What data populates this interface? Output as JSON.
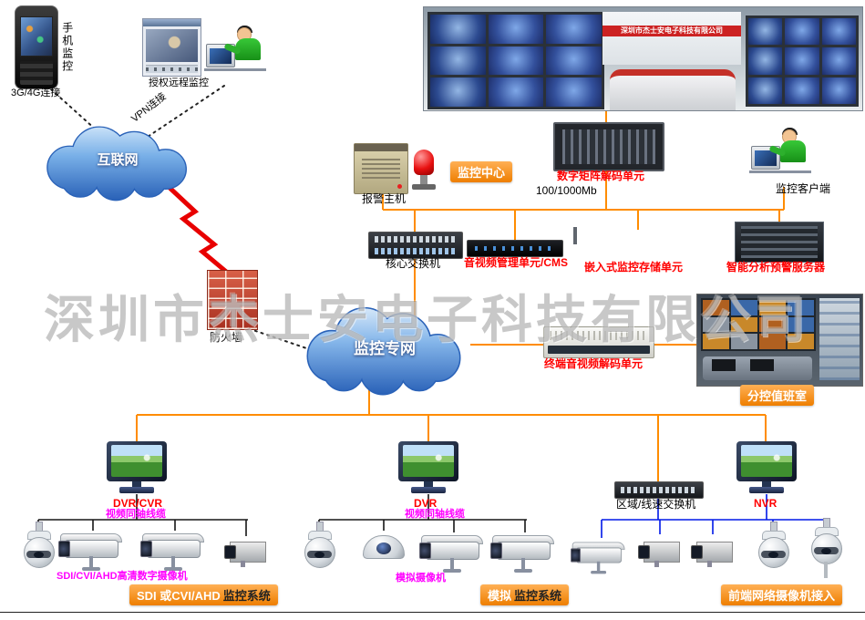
{
  "watermark": "深圳市杰士安电子科技有限公司",
  "colors": {
    "line_orange": "#ff8c00",
    "label_red": "#ff0000",
    "label_magenta": "#ff00ff",
    "line_blue": "#0018e8",
    "badge_orange": "#ee7e00"
  },
  "access": {
    "mobile_title": "手机监控",
    "mobile_conn": "3G/4G连接",
    "remote": "授权远程监控",
    "vpn": "VPN连接",
    "internet": "互联网",
    "firewall": "防火墙"
  },
  "backbone": {
    "private_net": "监控专网",
    "terminal_decoder": "终端音视频解码单元",
    "duty_room": "分控值班室"
  },
  "center": {
    "badge": "监控中心",
    "videowall_brand": "深圳市杰士安电子科技有限公司",
    "alarm_host": "报警主机",
    "matrix_decoder": "数字矩阵解码单元",
    "client": "监控客户端",
    "bandwidth": "100/1000Mb",
    "core_switch": "核心交换机",
    "cms": "音视频管理单元/CMS",
    "storage": "嵌入式监控存储单元",
    "analysis_server": "智能分析预警服务器"
  },
  "front_end": {
    "sdi": {
      "recorder": "DVR/CVR",
      "cable": "视频同轴线缆",
      "cameras_label": "SDI/CVI/AHD高清数字摄像机",
      "badge_main": "SDI 或CVI/AHD",
      "badge_suffix": "监控系统"
    },
    "analog": {
      "recorder": "DVR",
      "cable": "视频同轴线缆",
      "cameras_label": "模拟摄像机",
      "badge_main": "模拟",
      "badge_suffix": "监控系统"
    },
    "network": {
      "switch_label": "区域/线速交换机",
      "recorder": "NVR",
      "badge": "前端网络摄像机接入"
    }
  }
}
